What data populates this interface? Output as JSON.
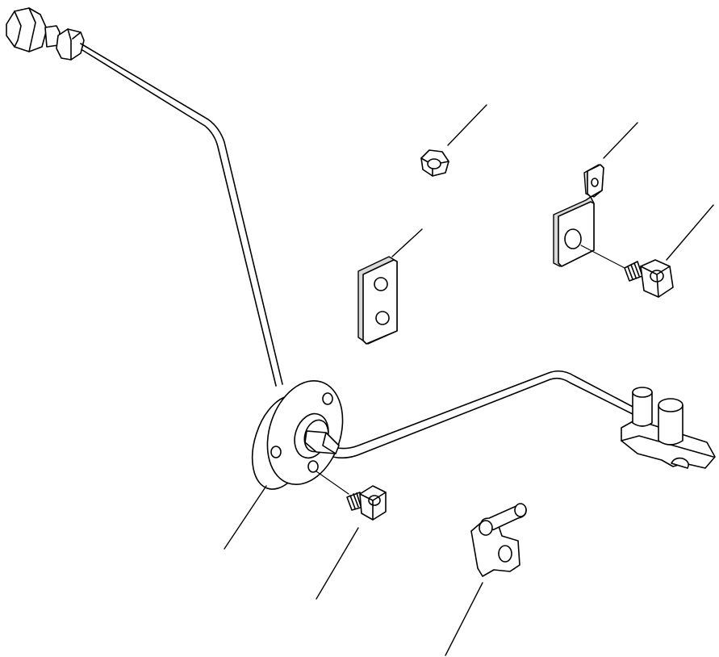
{
  "diagram": {
    "kind": "exploded parts diagram",
    "line_color": "#000000",
    "background": "#ffffff",
    "parts": [
      {
        "id": "sensor-assembly",
        "label": ""
      },
      {
        "id": "flange",
        "label": ""
      },
      {
        "id": "flange-bolt",
        "label": ""
      },
      {
        "id": "hex-nut",
        "label": ""
      },
      {
        "id": "mounting-plate",
        "label": ""
      },
      {
        "id": "bracket",
        "label": ""
      },
      {
        "id": "bracket-bolt",
        "label": ""
      },
      {
        "id": "clamp",
        "label": ""
      }
    ],
    "callout_count": 7
  }
}
